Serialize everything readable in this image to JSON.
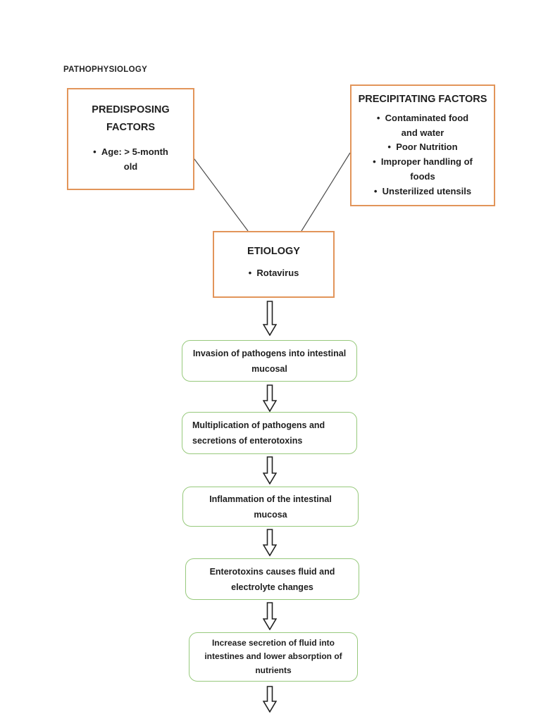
{
  "title": "PATHOPHYSIOLOGY",
  "colors": {
    "background": "#FFFFFF",
    "factor_box_border": "#E2955A",
    "flow_box_border": "#97C97C",
    "text": "#1F1F1F",
    "connector_line": "#4D4D4D",
    "arrow_fill": "#FFFFFF",
    "arrow_outline": "#222222"
  },
  "boxes": {
    "predisposing": {
      "heading": "PREDISPOSING FACTORS",
      "items": [
        "Age: > 5-month\nold"
      ]
    },
    "precipitating": {
      "heading": "PRECIPITATING FACTORS",
      "items": [
        "Contaminated food\nand water",
        "Poor Nutrition",
        "Improper handling of\nfoods",
        "Unsterilized utensils"
      ]
    },
    "etiology": {
      "heading": "ETIOLOGY",
      "items": [
        "Rotavirus"
      ]
    }
  },
  "flow_steps": [
    "Invasion of pathogens into intestinal\nmucosal",
    "Multiplication of pathogens and\nsecretions of enterotoxins",
    "Inflammation of the intestinal\nmucosa",
    "Enterotoxins causes fluid and\nelectrolyte changes",
    "Increase secretion of fluid into\nintestines and lower absorption of\nnutrients"
  ]
}
